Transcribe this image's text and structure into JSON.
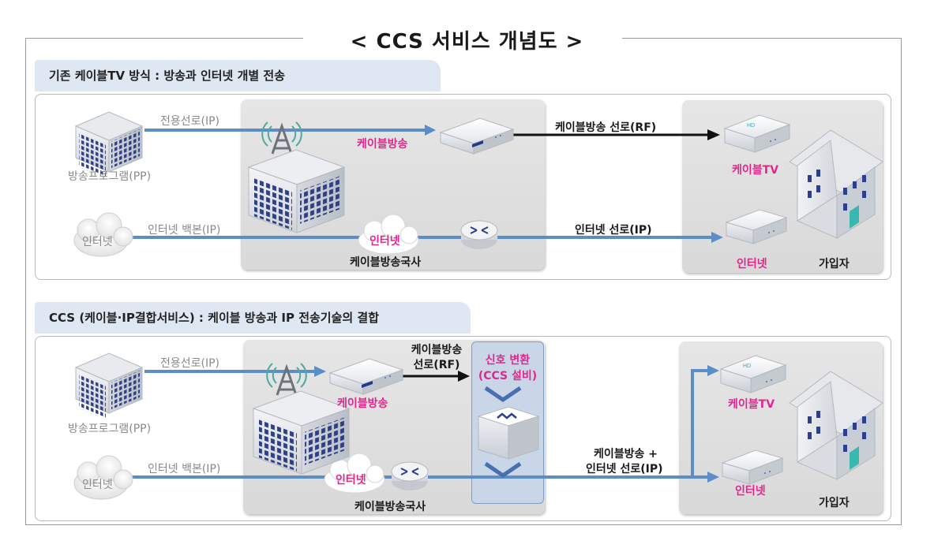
{
  "title": "< CCS 서비스 개념도 >",
  "section1": {
    "header": "기존 케이블TV 방식 : 방송과 인터넷 개별 전송",
    "dedicated_line": "전용선로(IP)",
    "pp": "방송프로그램(PP)",
    "internet_cloud": "인터넷",
    "backbone": "인터넷 백본(IP)",
    "cable_broadcast": "케이블방송",
    "internet_pink": "인터넷",
    "station": "케이블방송국사",
    "rf_line": "케이블방송 선로(RF)",
    "ip_line": "인터넷 선로(IP)",
    "cable_tv": "케이블TV",
    "internet_sub": "인터넷",
    "subscriber": "가입자"
  },
  "section2": {
    "header": "CCS (케이블·IP결합서비스) : 케이블 방송과 IP 전송기술의 결합",
    "dedicated_line": "전용선로(IP)",
    "pp": "방송프로그램(PP)",
    "internet_cloud": "인터넷",
    "backbone": "인터넷 백본(IP)",
    "cable_broadcast": "케이블방송",
    "rf_line_1": "케이블방송",
    "rf_line_2": "선로(RF)",
    "ccs_1": "신호 변환",
    "ccs_2": "(CCS 설비)",
    "internet_pink": "인터넷",
    "station": "케이블방송국사",
    "combined_1": "케이블방송 +",
    "combined_2": "인터넷 선로(IP)",
    "cable_tv": "케이블TV",
    "internet_sub": "인터넷",
    "subscriber": "가입자"
  },
  "icons": {
    "hd_badge": "HD"
  },
  "colors": {
    "blue_line": "#5b8ec8",
    "pink": "#e0288c",
    "header_bg": "#dfe7f2",
    "ccs_bg": "#c9d6e8"
  }
}
